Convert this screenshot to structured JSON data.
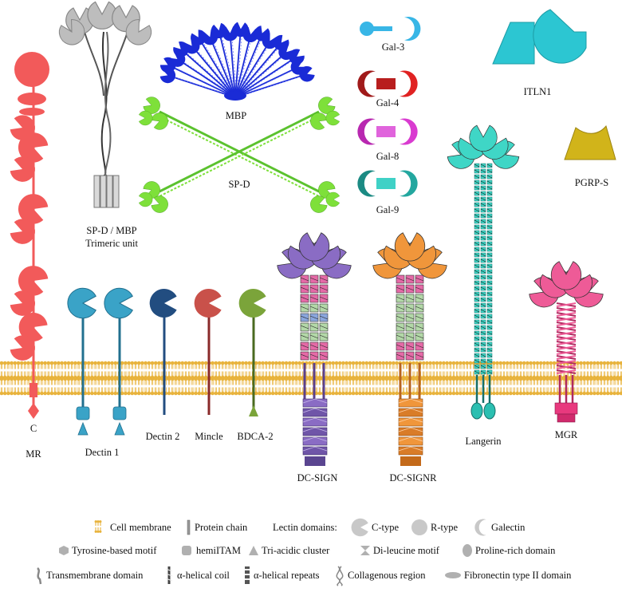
{
  "labels": {
    "mr": "MR",
    "mr_c": "C",
    "spd_mbp": "SP-D / MBP",
    "trimeric": "Trimeric unit",
    "mbp": "MBP",
    "spd": "SP-D",
    "gal3": "Gal-3",
    "gal4": "Gal-4",
    "gal8": "Gal-8",
    "gal9": "Gal-9",
    "itln1": "ITLN1",
    "pgrps": "PGRP-S",
    "dectin1": "Dectin 1",
    "dectin2": "Dectin 2",
    "mincle": "Mincle",
    "bdca2": "BDCA-2",
    "dcsign": "DC-SIGN",
    "dcsignr": "DC-SIGNR",
    "langerin": "Langerin",
    "mgr": "MGR"
  },
  "legend": {
    "cell_membrane": "Cell membrane",
    "protein_chain": "Protein chain",
    "lectin_domains": "Lectin domains:",
    "c_type": "C-type",
    "r_type": "R-type",
    "galectin": "Galectin",
    "tyrosine": "Tyrosine-based motif",
    "hemitam": "hemiITAM",
    "triacidic": "Tri-acidic cluster",
    "dileucine": "Di-leucine motif",
    "proline": "Proline-rich domain",
    "transmembrane": "Transmembrane domain",
    "ahelical_coil": "α-helical coil",
    "ahelical_repeats": "α-helical repeats",
    "collagenous": "Collagenous region",
    "fibronectin": "Fibronectin type II domain"
  },
  "colors": {
    "membrane": "#e8b33c",
    "mr": "#f25a5a",
    "spd_unit": "#bdbdbd",
    "mbp": "#1a2bd6",
    "spd": "#7ee03a",
    "gal3": "#38b6e6",
    "gal4": "#d42a2a",
    "gal8": "#d93bd0",
    "gal9": "#23a79f",
    "itln1": "#2cc6d2",
    "pgrps": "#d1b41a",
    "dectin1": "#3aa3c7",
    "dectin2": "#224d80",
    "mincle": "#c9514a",
    "bdca2": "#7ba43a",
    "dcsign": "#8a6cc4",
    "dcsignr": "#f0963b",
    "langerin": "#3fd6c6",
    "mgr": "#ee5b97"
  }
}
